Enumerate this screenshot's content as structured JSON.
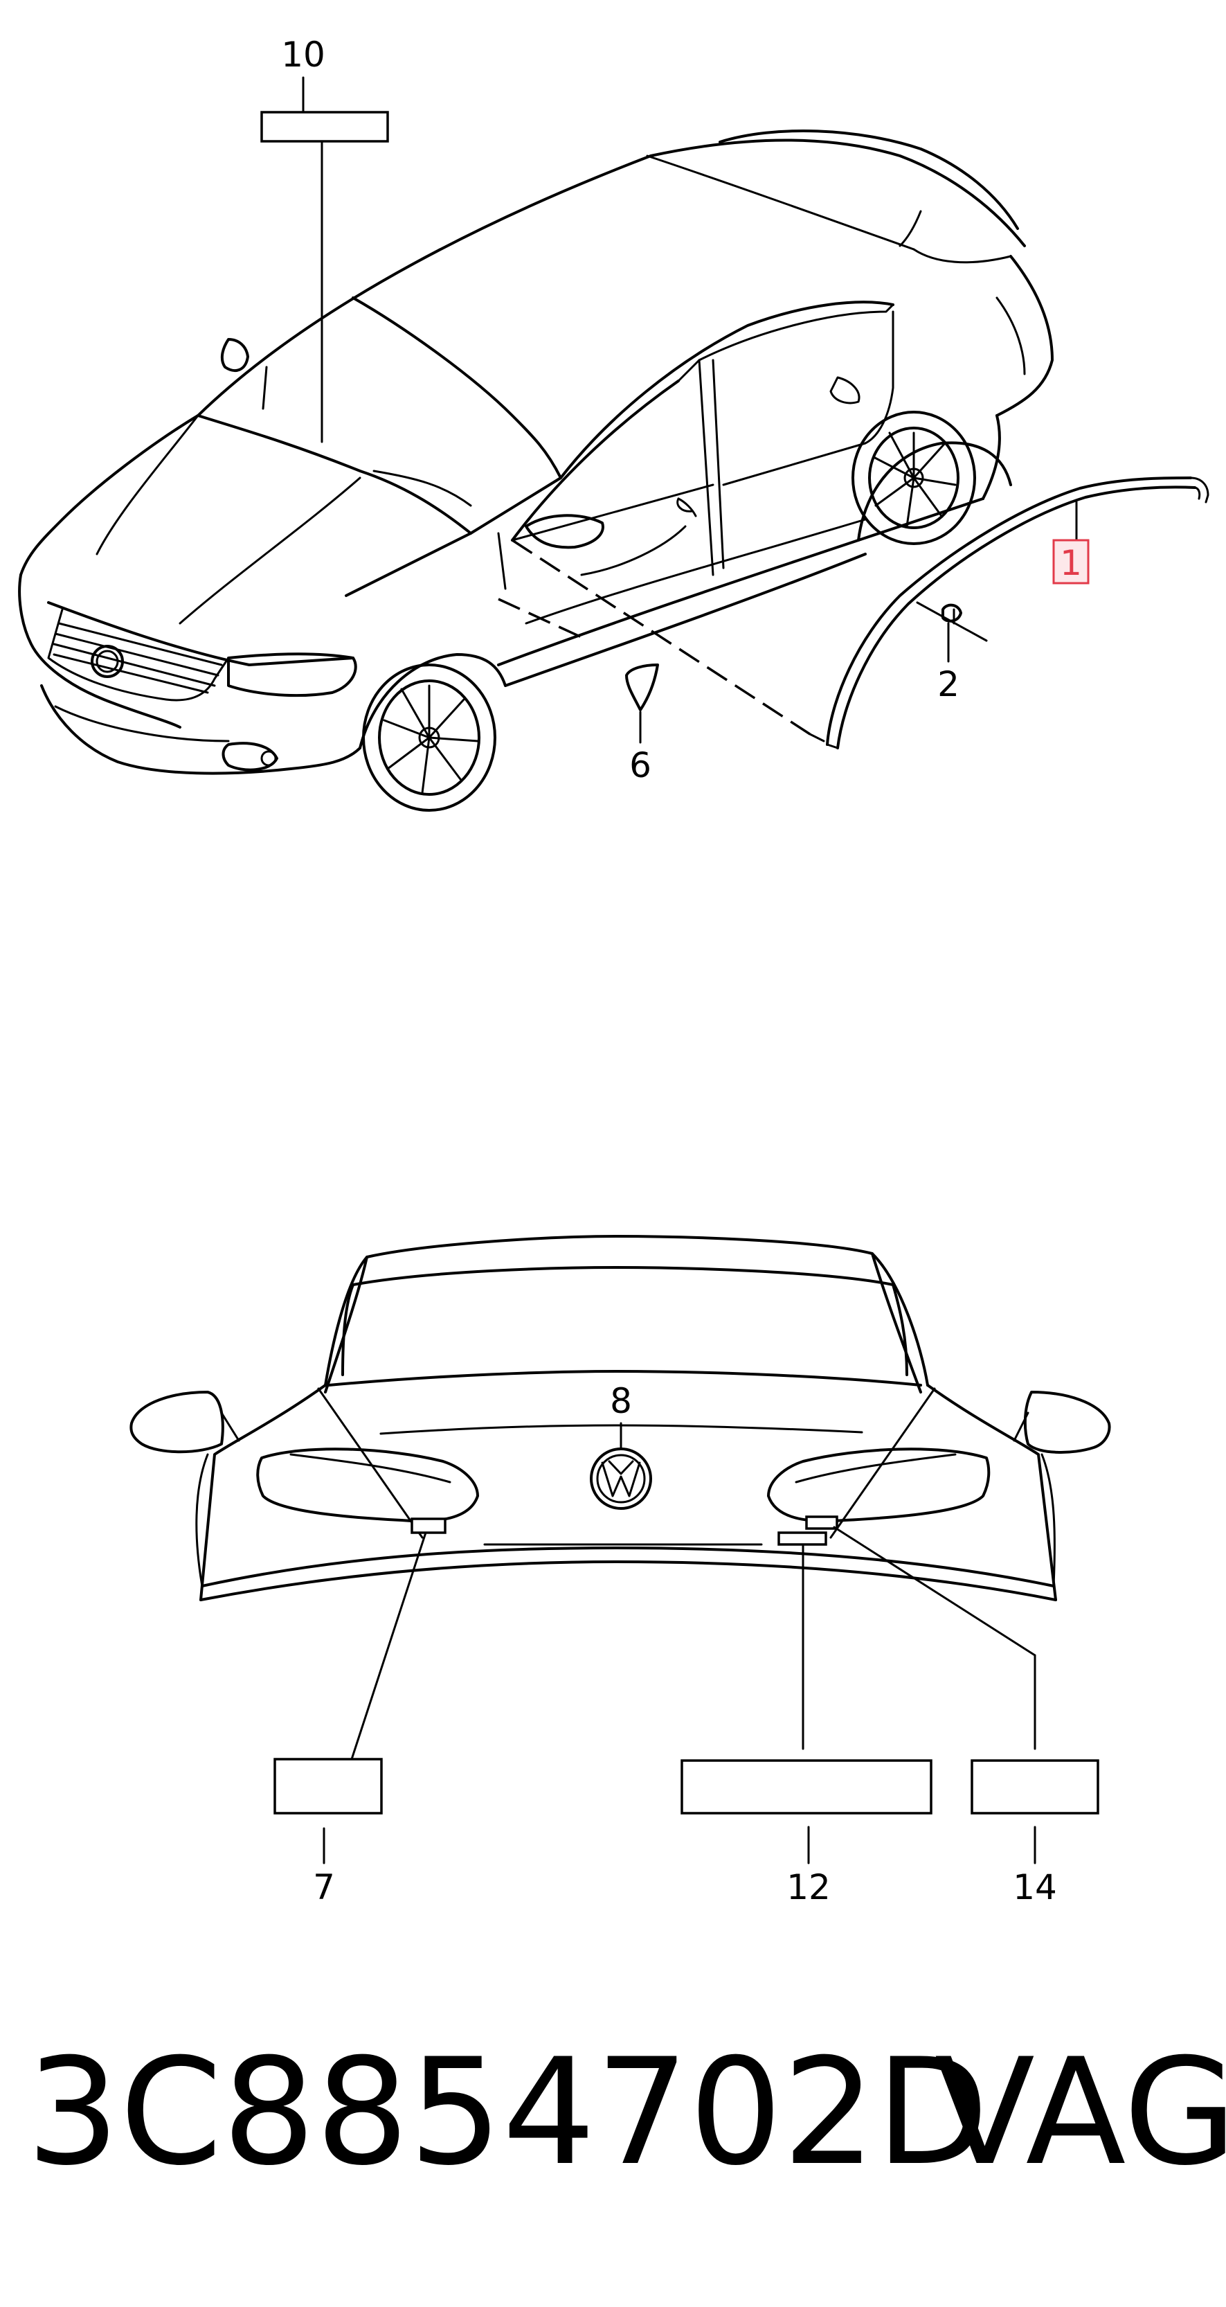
{
  "diagram": {
    "callouts": {
      "c1": "1",
      "c2": "2",
      "c6": "6",
      "c7": "7",
      "c8": "8",
      "c10": "10",
      "c12": "12",
      "c14": "14"
    },
    "highlight_color": "#e23b4a"
  },
  "caption": {
    "part_number": "3C8854702D",
    "brand": "VAG"
  }
}
